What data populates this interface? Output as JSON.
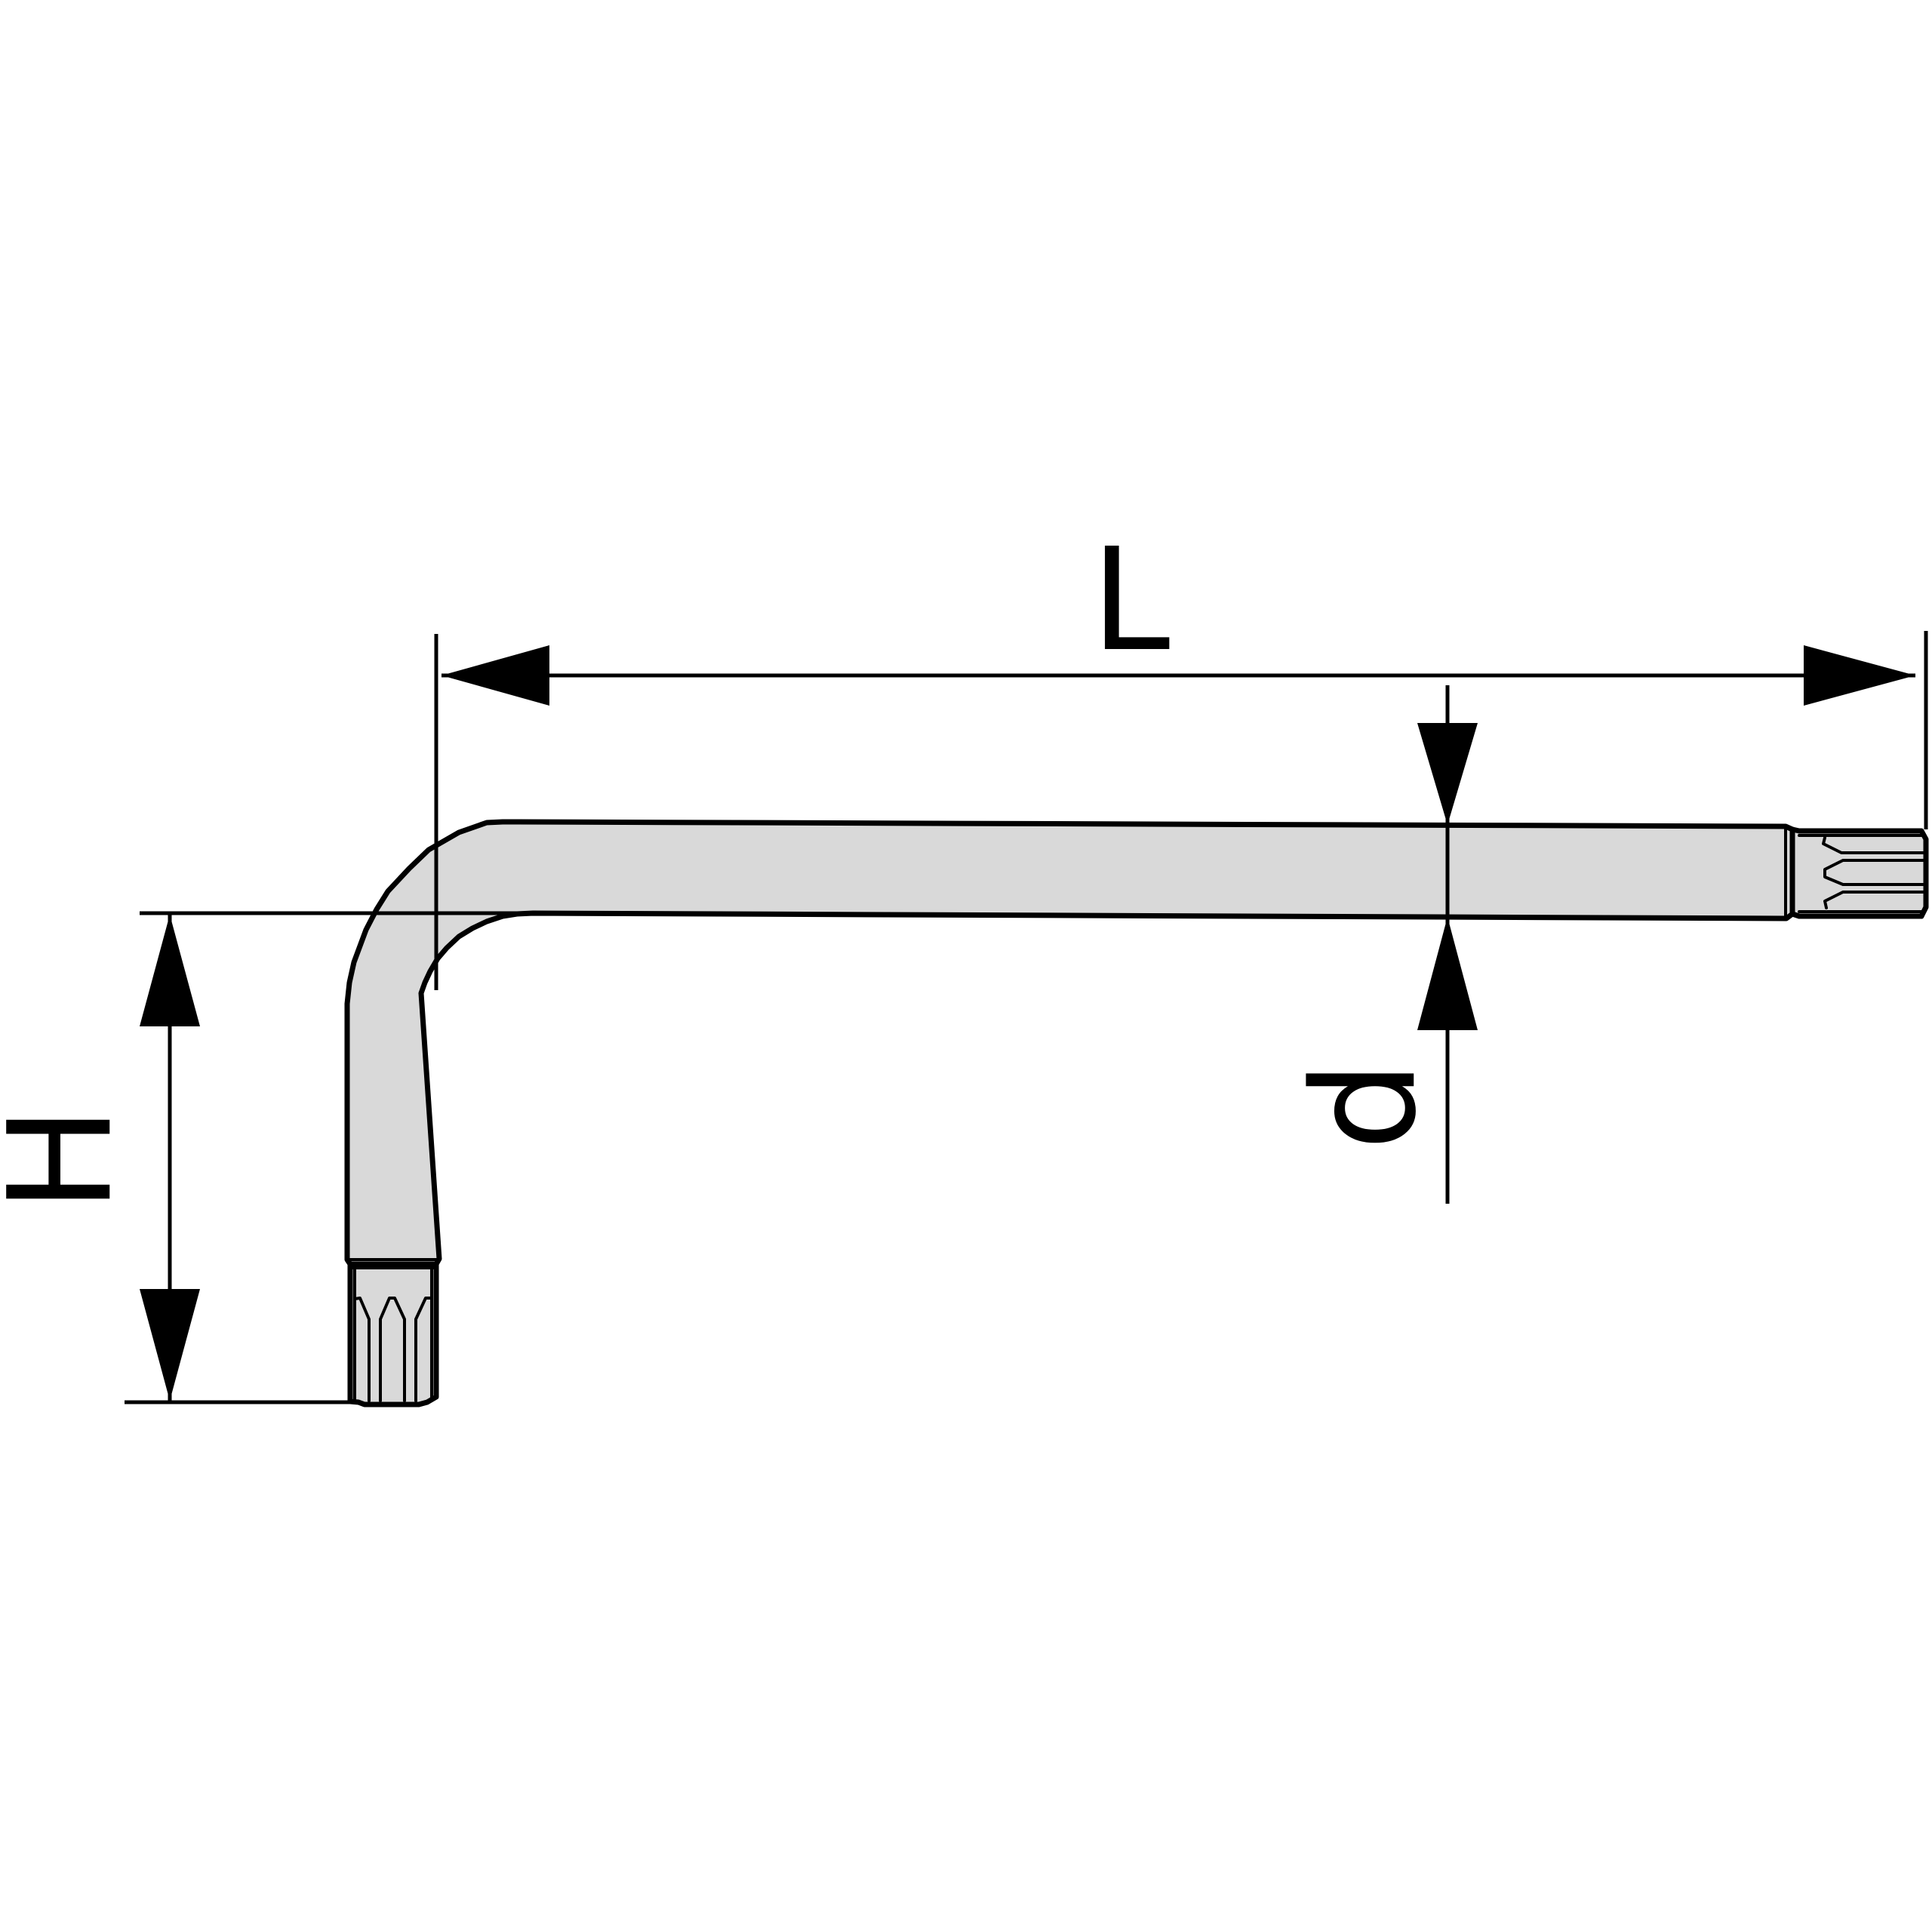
{
  "colors": {
    "background": "#ffffff",
    "wrench_fill": "#d9d9d9",
    "line": "#000000"
  },
  "dimensions": {
    "length_label": "L",
    "height_label": "H",
    "diameter_label": "d"
  },
  "icons": [
    "hex-key-l-wrench-icon",
    "arrowhead-icon"
  ]
}
